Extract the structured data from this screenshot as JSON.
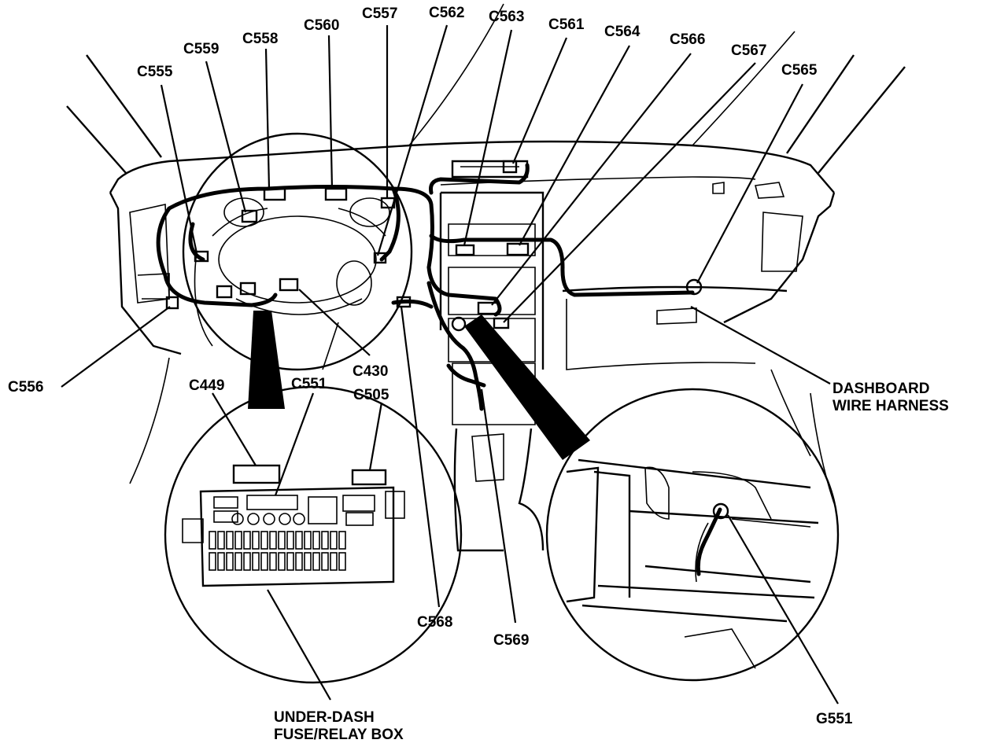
{
  "labels": {
    "c555": "C555",
    "c559": "C559",
    "c558": "C558",
    "c560": "C560",
    "c557": "C557",
    "c562": "C562",
    "c563": "C563",
    "c561": "C561",
    "c564": "C564",
    "c566": "C566",
    "c567": "C567",
    "c565": "C565",
    "c556": "C556",
    "c430": "C430",
    "c449": "C449",
    "c551": "C551",
    "c505": "C505",
    "c568": "C568",
    "c569": "C569",
    "g551": "G551",
    "dash_line1": "DASHBOARD",
    "dash_line2": "WIRE HARNESS",
    "fuse_line1": "UNDER-DASH",
    "fuse_line2": "FUSE/RELAY BOX"
  },
  "colors": {
    "ink": "#000000",
    "paper": "#ffffff"
  }
}
